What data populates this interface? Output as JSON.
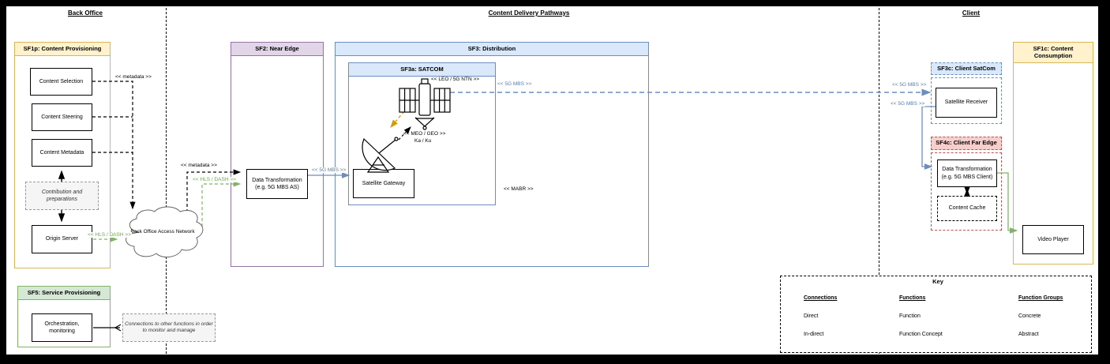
{
  "lanes": {
    "back_office": "Back Office",
    "content_delivery": "Content Delivery Pathways",
    "client": "Client"
  },
  "groups": {
    "sf1p": {
      "title": "SF1p: Content Provisioning"
    },
    "sf5": {
      "title": "SF5: Service Provisioning"
    },
    "sf2": {
      "title": "SF2: Near Edge"
    },
    "sf3": {
      "title": "SF3: Distribution"
    },
    "sf3a": {
      "title": "SF3a: SATCOM"
    },
    "sf3c": {
      "title": "SF3c: Client SatCom"
    },
    "sf4c": {
      "title": "SF4c: Client Far Edge"
    },
    "sf1c": {
      "title": "SF1c: Content Consumption"
    }
  },
  "nodes": {
    "content_selection": "Content Selection",
    "content_steering": "Content Steering",
    "content_metadata": "Content Metadata",
    "contribution": "Contribution and preparations",
    "origin_server": "Origin Server",
    "orchestration": "Orchestration, monitoring",
    "sf5_note": "Connections to other functions in order to monitor and manage",
    "cloud": "Back Office Access Network",
    "data_transformation_near_edge": "Data Transformation (e.g. 5G MBS AS)",
    "satellite_gateway": "Satellite Gateway",
    "satellite_receiver": "Satellite Receiver",
    "data_transformation_client": "Data Transformation (e.g. 5G MBS Client)",
    "content_cache": "Content Cache",
    "video_player": "Video Player"
  },
  "edge_labels": {
    "metadata_left": "<< metadata >>",
    "metadata_mid": "<< metadata >>",
    "hls_dash_left": "<< HLS / DASH >>",
    "hls_dash_mid": "<< HLS / DASH >>",
    "mbs_to_gateway": "<< 5G MBS >>",
    "mbs_air": "<< 5G MBS >>",
    "mbs_to_receiver": "<< 5G MBS >>",
    "mbs_to_client": "<< 5G MBS >>",
    "leo": "<< LEO / 5G NTN >>",
    "meo": "<< MEO / GEO >>",
    "kaku": "Ka / Ku",
    "mabr": "<< MABR >>"
  },
  "key": {
    "title": "Key",
    "col1": {
      "header": "Connections",
      "items": [
        "Direct",
        "In-direct"
      ]
    },
    "col2": {
      "header": "Functions",
      "items": [
        "Function",
        "Function Concept"
      ]
    },
    "col3": {
      "header": "Function Groups",
      "items": [
        "Concrete",
        "Abstract"
      ]
    }
  },
  "icons": {
    "satellite": "satellite-icon",
    "ground_dish": "satellite-dish-icon",
    "cloud": "cloud-shape"
  },
  "colors": {
    "yellow_border": "#D6B656",
    "yellow_fill": "#FFF2CC",
    "green_border": "#82B366",
    "green_fill": "#D5E8D4",
    "purple_border": "#9673A6",
    "purple_fill": "#E1D5E7",
    "blue_border": "#6C8EBF",
    "blue_fill": "#DAE8FC",
    "red_border": "#B85450",
    "red_fill": "#F8CECC",
    "orange_accent": "#D79B00",
    "green_edge": "#82B366",
    "blue_edge": "#6C8EBF"
  }
}
